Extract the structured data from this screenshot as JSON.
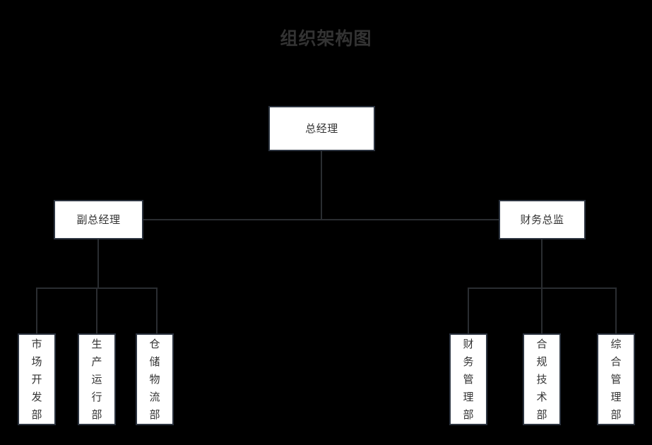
{
  "title": "组织架构图",
  "colors": {
    "background": "#000000",
    "node_fill": "#ffffff",
    "node_border": "#2c3440",
    "node_text": "#333333",
    "title_text": "#333333",
    "connector": "#2a2d31"
  },
  "nodes": {
    "root": {
      "label": "总经理"
    },
    "level2": [
      {
        "label": "副总经理"
      },
      {
        "label": "财务总监"
      }
    ],
    "level3_left": [
      {
        "label": "市场开发部"
      },
      {
        "label": "生产运行部"
      },
      {
        "label": "仓储物流部"
      }
    ],
    "level3_right": [
      {
        "label": "财务管理部"
      },
      {
        "label": "合规技术部"
      },
      {
        "label": "综合管理部"
      }
    ]
  }
}
